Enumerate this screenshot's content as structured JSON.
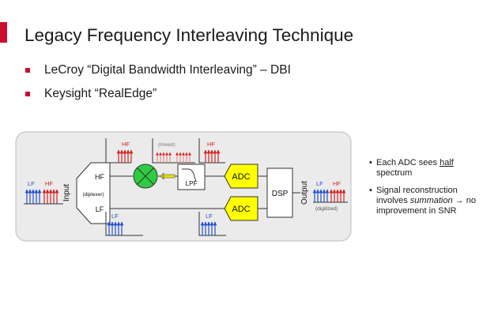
{
  "slide": {
    "title": "Legacy Frequency Interleaving Technique",
    "bullets": [
      "LeCroy “Digital Bandwidth Interleaving” – DBI",
      "Keysight “RealEdge”"
    ]
  },
  "diagram": {
    "input_label": "Input",
    "diplexer_hf": "HF",
    "diplexer_lf": "LF",
    "diplexer_label": "(diplexer)",
    "lpf_label": "LPF",
    "adc_label": "ADC",
    "dsp_label": "DSP",
    "output_label": "Output",
    "digitized_label": "(digitized)",
    "mixed_label": "(mixed)",
    "spec_lf": "LF",
    "spec_hf": "HF",
    "colors": {
      "lf": "#1f4fd1",
      "hf": "#d42020",
      "adc": "#ffff00",
      "mixer": "#2ecc40",
      "panel": "#ebebeb"
    }
  },
  "notes": {
    "note1": {
      "pre": "Each ADC sees ",
      "em": "half",
      "post": " spectrum"
    },
    "note2": {
      "pre": "Signal reconstruction involves ",
      "em": "summation",
      "post": " → no improvement in SNR"
    }
  }
}
